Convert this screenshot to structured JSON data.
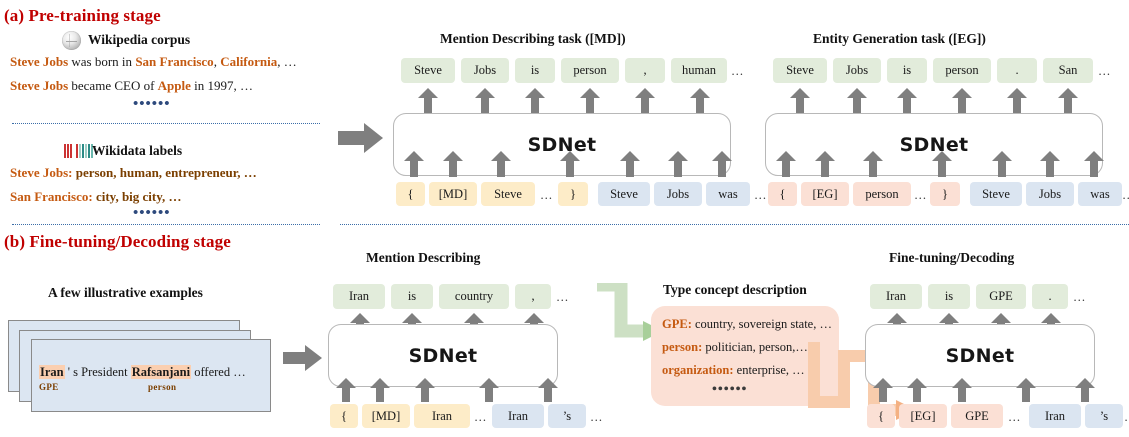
{
  "figure": {
    "stage_a_title": "(a) Pre-training stage",
    "stage_b_title": "(b) Fine-tuning/Decoding stage"
  },
  "colors": {
    "stage_title": "#c00000",
    "entity_orange": "#c55a11",
    "token_green": "#e2ecdb",
    "token_cream": "#fdecc8",
    "token_blue": "#dbe5f1",
    "token_peach": "#fbe0d5",
    "example_card": "#dce6f2",
    "highlight": "#fbcfb0",
    "arrow_gray": "#7f7f7f",
    "connector_green": "#cde0c4",
    "connector_peach": "#f8ccac"
  },
  "pretrain": {
    "wikipedia": {
      "icon": "wikipedia-globe-icon",
      "heading": "Wikipedia corpus",
      "lines": [
        [
          {
            "t": "Steve Jobs",
            "e": true
          },
          {
            "t": " was born in ",
            "e": false
          },
          {
            "t": "San Francisco",
            "e": true
          },
          {
            "t": ", ",
            "e": false
          },
          {
            "t": "California",
            "e": true
          },
          {
            "t": ", …",
            "e": false
          }
        ],
        [
          {
            "t": "Steve Jobs",
            "e": true
          },
          {
            "t": " became CEO of ",
            "e": false
          },
          {
            "t": "Apple",
            "e": true
          },
          {
            "t": " in 1997, …",
            "e": false
          }
        ]
      ],
      "ellipsis": "••••••"
    },
    "wikidata": {
      "icon": "wikidata-bars-icon",
      "heading": "Wikidata labels",
      "lines": [
        {
          "key": "Steve Jobs:",
          "val": " person, human, entrepreneur, …"
        },
        {
          "key": "San Francisco:",
          "val": " city, big city, …"
        }
      ],
      "ellipsis": "••••••"
    },
    "md_task": {
      "title": "Mention Describing task  ([MD])",
      "model": "SDNet",
      "outputs": [
        "Steve",
        "Jobs",
        "is",
        "person",
        ",",
        "human"
      ],
      "output_ellipsis": "…",
      "inputs_prompt": [
        "{",
        "[MD]",
        "Steve",
        "…",
        "}"
      ],
      "inputs_context": [
        "Steve",
        "Jobs",
        "was"
      ],
      "input_ellipsis": "…"
    },
    "eg_task": {
      "title": "Entity Generation task ([EG])",
      "model": "SDNet",
      "outputs": [
        "Steve",
        "Jobs",
        "is",
        "person",
        ".",
        "San"
      ],
      "output_ellipsis": "…",
      "inputs_prompt": [
        "{",
        "[EG]",
        "person",
        "…",
        "}"
      ],
      "inputs_context": [
        "Steve",
        "Jobs",
        "was"
      ],
      "input_ellipsis": "…"
    }
  },
  "finetune": {
    "examples": {
      "heading": "A few illustrative examples",
      "sentence": [
        {
          "t": "Iran",
          "h": true
        },
        {
          "t": " ' s President ",
          "h": false
        },
        {
          "t": "Rafsanjani",
          "h": true
        },
        {
          "t": " offered …",
          "h": false
        }
      ],
      "tag_left": "GPE",
      "tag_right": "person"
    },
    "md_panel": {
      "title": "Mention Describing",
      "model": "SDNet",
      "outputs": [
        "Iran",
        "is",
        "country",
        ","
      ],
      "output_ellipsis": "…",
      "inputs_prompt": [
        "{",
        "[MD]",
        "Iran"
      ],
      "prompt_ellipsis": "…",
      "inputs_context": [
        "Iran",
        "’s"
      ],
      "input_ellipsis": "…"
    },
    "type_concept": {
      "title": "Type concept description",
      "lines": [
        {
          "key": "GPE:",
          "val": " country, sovereign state, …"
        },
        {
          "key": "person:",
          "val": " politician, person,…"
        },
        {
          "key": "organization:",
          "val": " enterprise, …"
        }
      ],
      "ellipsis": "••••••"
    },
    "decode_panel": {
      "title": "Fine-tuning/Decoding",
      "model": "SDNet",
      "outputs": [
        "Iran",
        "is",
        "GPE",
        "."
      ],
      "output_ellipsis": "…",
      "inputs_prompt": [
        "{",
        "[EG]",
        "GPE"
      ],
      "prompt_ellipsis": "…",
      "inputs_context": [
        "Iran",
        "’s"
      ],
      "input_ellipsis": "…"
    }
  }
}
